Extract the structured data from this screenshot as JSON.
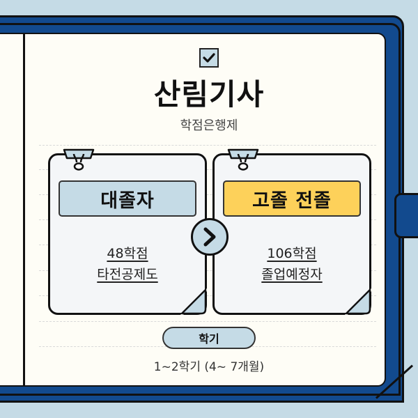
{
  "colors": {
    "background": "#c5dbe6",
    "binder": "#124a8e",
    "paper": "#fefdf6",
    "card": "#f4f6f8",
    "accent_blue": "#c5dbe6",
    "accent_yellow": "#fdd15a",
    "ink": "#111111"
  },
  "header": {
    "check_icon": "checkbox-checked",
    "title": "산림기사",
    "subtitle": "학점은행제"
  },
  "cards": [
    {
      "label": "대졸자",
      "label_color": "#c5dbe6",
      "lines": [
        "48학점",
        "타전공제도"
      ]
    },
    {
      "label": "고졸 전졸",
      "label_color": "#fdd15a",
      "lines": [
        "106학점",
        "졸업예정자"
      ]
    }
  ],
  "arrow": {
    "icon": "chevron-right"
  },
  "semester": {
    "pill_label": "학기",
    "detail": "1~2학기 (4~ 7개월)"
  }
}
